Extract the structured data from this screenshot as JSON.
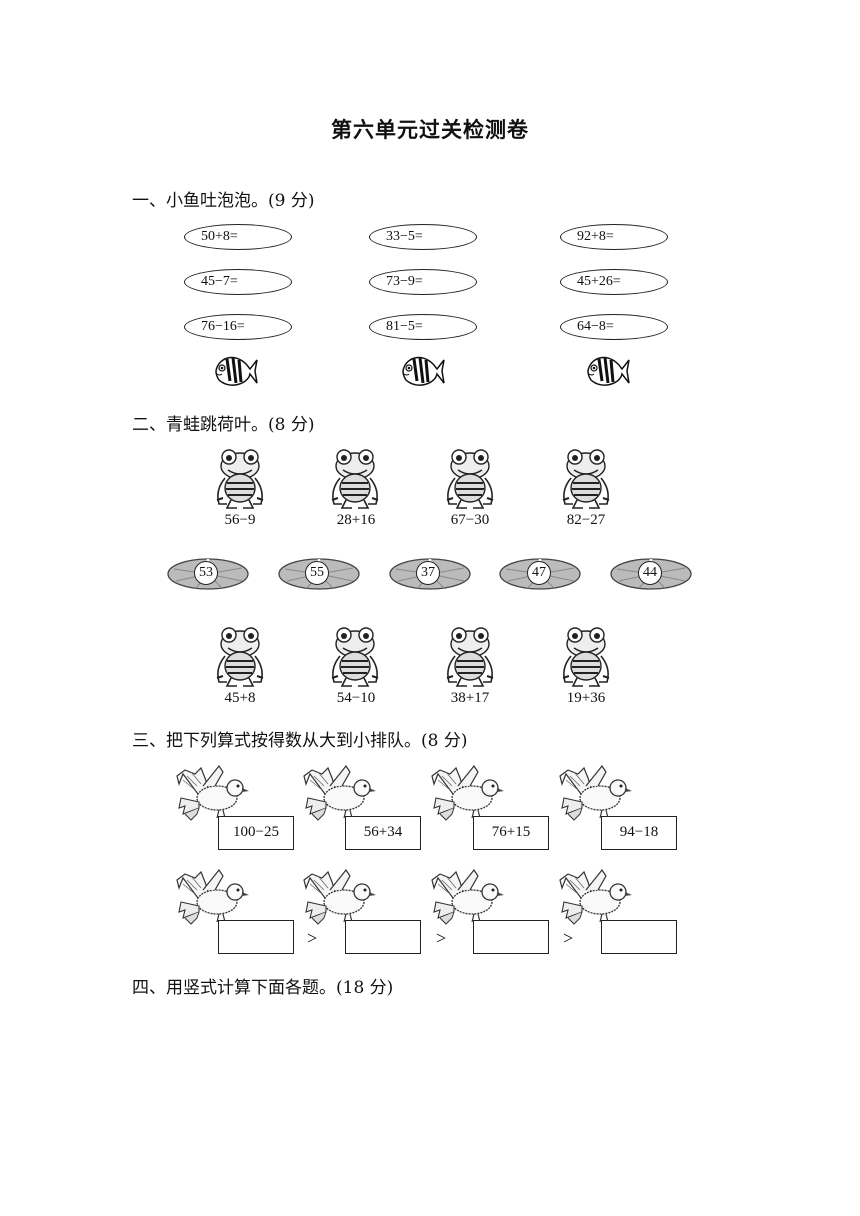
{
  "title": "第六单元过关检测卷",
  "sections": [
    {
      "heading": "一、小鱼吐泡泡。(9 分)"
    },
    {
      "heading": "二、青蛙跳荷叶。(8 分)"
    },
    {
      "heading": "三、把下列算式按得数从大到小排队。(8 分)"
    },
    {
      "heading": "四、用竖式计算下面各题。(18 分)"
    }
  ],
  "fish_bubbles": [
    [
      "50+8=",
      "45−7=",
      "76−16="
    ],
    [
      "33−5=",
      "73−9=",
      "81−5="
    ],
    [
      "92+8=",
      "45+26=",
      "64−8="
    ]
  ],
  "frogs_top": [
    "56−9",
    "28+16",
    "67−30",
    "82−27"
  ],
  "lily_pads": [
    "53",
    "55",
    "37",
    "47",
    "44"
  ],
  "frogs_bottom": [
    "45+8",
    "54−10",
    "38+17",
    "19+36"
  ],
  "birds_cards": [
    "100−25",
    "56+34",
    "76+15",
    "94−18"
  ],
  "answer_row": {
    "symbol": ">"
  },
  "icons": {
    "fish": "fish-icon",
    "frog": "frog-icon",
    "lily_pad": "lily-pad-icon",
    "bird": "dove-icon"
  }
}
